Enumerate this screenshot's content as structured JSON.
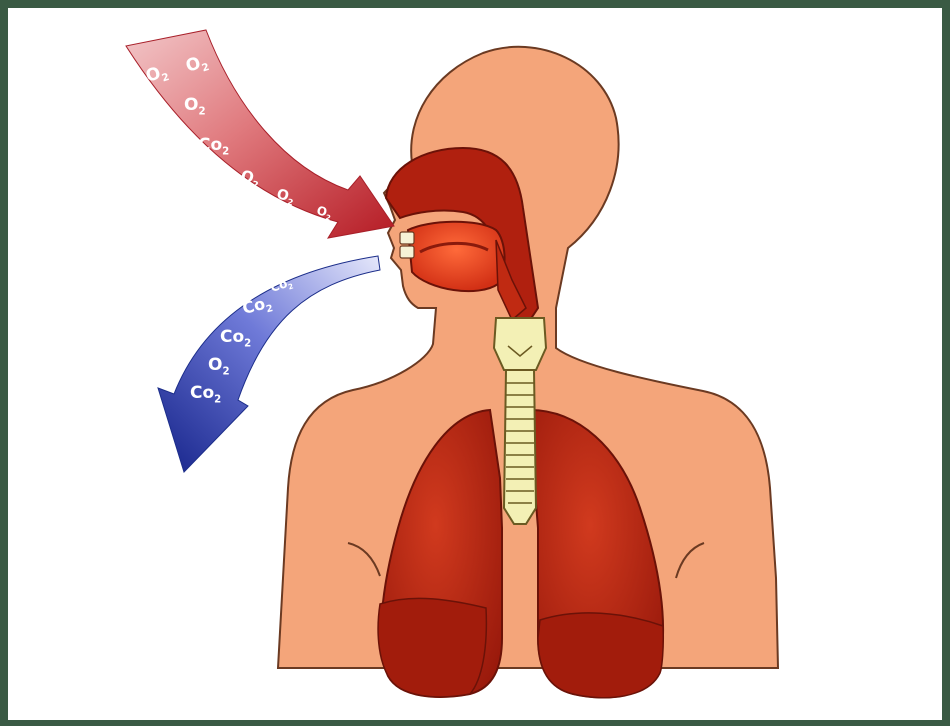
{
  "colors": {
    "frame_border": "#3a5a44",
    "background": "#ffffff",
    "skin": "#f4a57a",
    "skin_outline": "#6b3a22",
    "organ": "#b0200f",
    "organ_dark": "#8a1a0c",
    "trachea": "#f3f0b5",
    "inhale_arrow": "#c8303a",
    "exhale_arrow": "#1c2e8a"
  },
  "inhale_arrow": {
    "labels": [
      "O2",
      "O2",
      "O2",
      "Co2",
      "O2",
      "O2",
      "O2"
    ]
  },
  "exhale_arrow": {
    "labels": [
      "Co2",
      "Co2",
      "Co2",
      "O2",
      "Co2"
    ]
  }
}
